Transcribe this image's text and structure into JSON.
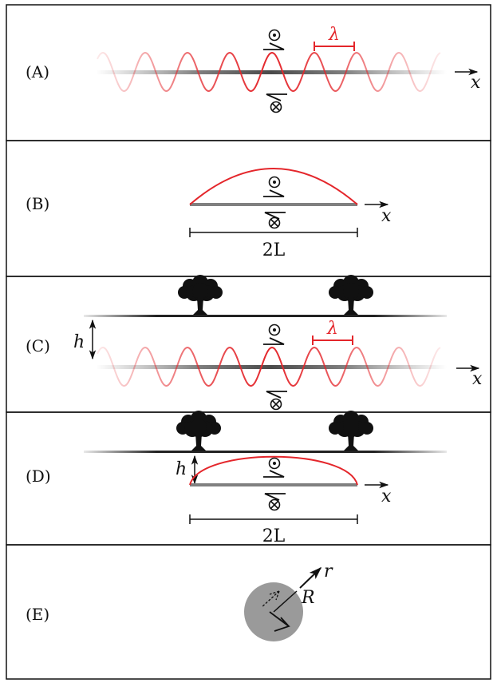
{
  "panels": [
    {
      "id": "A",
      "label": "(A)"
    },
    {
      "id": "B",
      "label": "(B)"
    },
    {
      "id": "C",
      "label": "(C)"
    },
    {
      "id": "D",
      "label": "(D)"
    },
    {
      "id": "E",
      "label": "(E)"
    }
  ],
  "symbols": {
    "x_axis": "x",
    "wavelength": "λ",
    "half_length": "2L",
    "depth": "h",
    "radius": "R",
    "radial_axis": "r"
  },
  "colors": {
    "wave": "#e4262b",
    "fault": "#808080",
    "text": "#111111",
    "ground": "#222222"
  }
}
